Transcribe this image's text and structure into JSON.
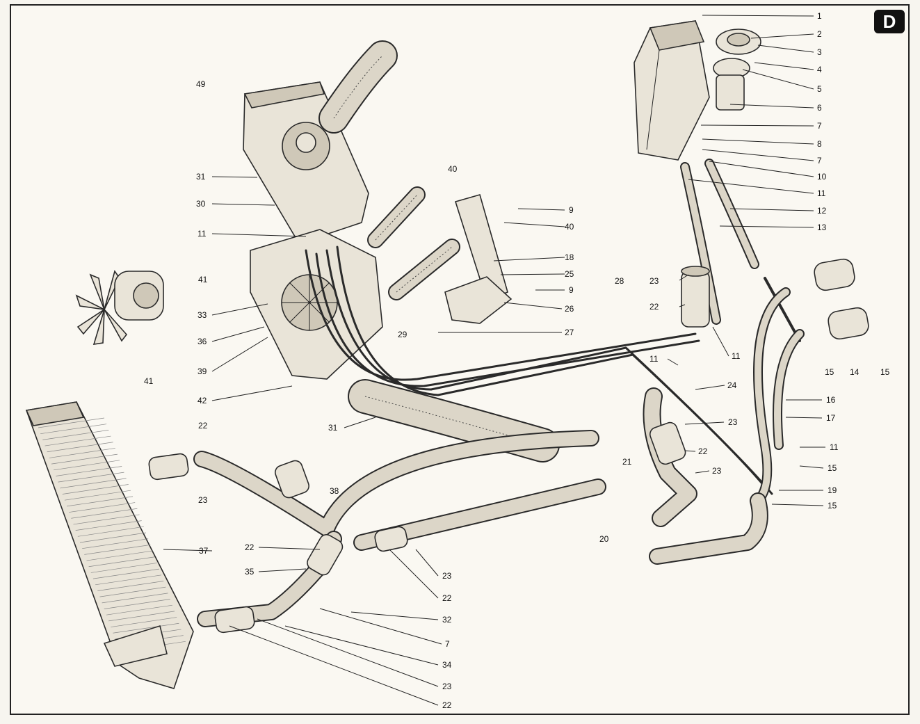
{
  "section_mark": "D",
  "labels": {
    "l1": "1",
    "l2": "2",
    "l3": "3",
    "l4": "4",
    "l5": "5",
    "l6": "6",
    "l7a": "7",
    "l8": "8",
    "l7b": "7",
    "l10": "10",
    "l11a": "11",
    "l12": "12",
    "l13": "13",
    "l9a": "9",
    "l40a": "40",
    "l40b": "40",
    "l18": "18",
    "l25": "25",
    "l9b": "9",
    "l26": "26",
    "l27": "27",
    "l28": "28",
    "l23a": "23",
    "l22a": "22",
    "l11b": "11",
    "l11c": "11",
    "l24": "24",
    "l15a": "15",
    "l14": "14",
    "l15b": "15",
    "l16": "16",
    "l17": "17",
    "l11d": "11",
    "l15c": "15",
    "l19": "19",
    "l15d": "15",
    "l23b": "23",
    "l22b": "22",
    "l23c": "23",
    "l21": "21",
    "l20": "20",
    "l49": "49",
    "l31a": "31",
    "l30": "30",
    "l11e": "11",
    "l33": "33",
    "l36": "36",
    "l39": "39",
    "l42": "42",
    "l29": "29",
    "l41a": "41",
    "l41b": "41",
    "l31b": "31",
    "l22c": "22",
    "l23d": "23",
    "l38": "38",
    "l37": "37",
    "l22d": "22",
    "l35": "35",
    "l23e": "23",
    "l22e": "22",
    "l32": "32",
    "l7c": "7",
    "l34": "34",
    "l23f": "23",
    "l22f": "22"
  }
}
